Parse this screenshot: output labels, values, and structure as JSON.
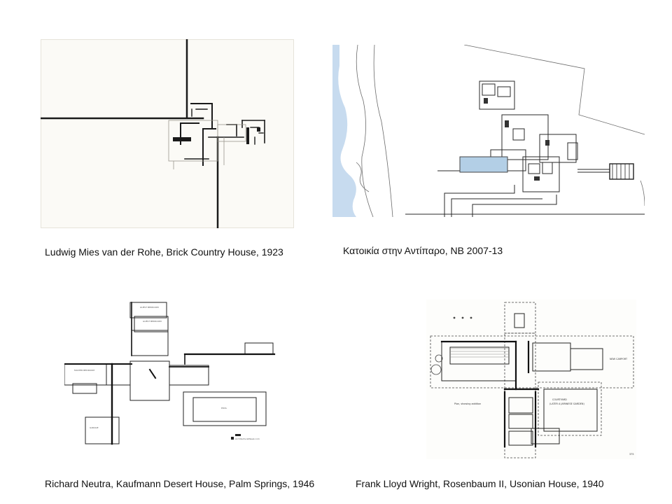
{
  "slide": {
    "panels": [
      {
        "caption": "Ludwig Mies van der Rohe, Brick Country House, 1923",
        "image": "floor-plan"
      },
      {
        "caption": "Κατοικία στην Αντίπαρο, NB 2007-13",
        "image": "site-plan"
      },
      {
        "caption": "Richard Neutra, Kaufmann Desert House, Palm Springs, 1946",
        "image": "floor-plan"
      },
      {
        "caption": "Frank Lloyd Wright, Rosenbaum II, Usonian House, 1940",
        "image": "floor-plan"
      }
    ]
  },
  "colors": {
    "sea": "#c7dbef",
    "wall": "#1a1a1a",
    "paper": "#fbfaf6"
  }
}
